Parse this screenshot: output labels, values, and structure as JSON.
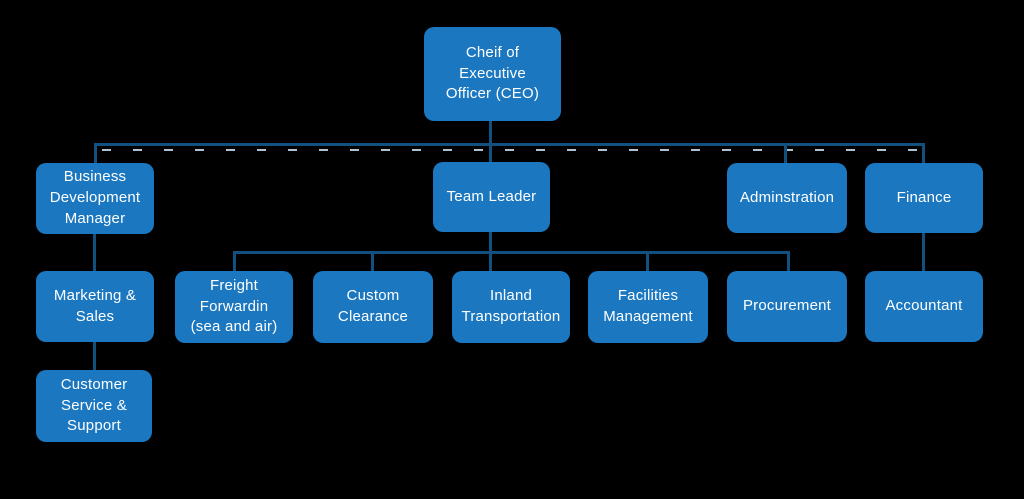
{
  "chart": {
    "type": "org-chart",
    "colors": {
      "background": "#000000",
      "node_fill": "#1a77c0",
      "node_shadow": "#0d4a7a",
      "connector": "#12507f",
      "connector_dash": "#c4d8e6",
      "text": "#ffffff"
    }
  },
  "nodes": {
    "ceo": {
      "label": "Cheif of\nExecutive\nOfficer (CEO)"
    },
    "business_development_manager": {
      "label": "Business\nDevelopment\nManager"
    },
    "team_leader": {
      "label": "Team Leader"
    },
    "administration": {
      "label": "Adminstration"
    },
    "finance": {
      "label": "Finance"
    },
    "marketing_sales": {
      "label": "Marketing &\nSales"
    },
    "customer_service": {
      "label": "Customer\nService &\nSupport"
    },
    "freight_forwarding": {
      "label": "Freight\nForwardin\n(sea and air)"
    },
    "custom_clearance": {
      "label": "Custom\nClearance"
    },
    "inland_transportation": {
      "label": "Inland\nTransportation"
    },
    "facilities_management": {
      "label": "Facilities\nManagement"
    },
    "procurement": {
      "label": "Procurement"
    },
    "accountant": {
      "label": "Accountant"
    }
  },
  "edges": [
    {
      "from": "ceo",
      "to": "business_development_manager"
    },
    {
      "from": "ceo",
      "to": "team_leader"
    },
    {
      "from": "ceo",
      "to": "administration"
    },
    {
      "from": "ceo",
      "to": "finance"
    },
    {
      "from": "business_development_manager",
      "to": "marketing_sales"
    },
    {
      "from": "marketing_sales",
      "to": "customer_service"
    },
    {
      "from": "team_leader",
      "to": "freight_forwarding"
    },
    {
      "from": "team_leader",
      "to": "custom_clearance"
    },
    {
      "from": "team_leader",
      "to": "inland_transportation"
    },
    {
      "from": "team_leader",
      "to": "facilities_management"
    },
    {
      "from": "team_leader",
      "to": "procurement"
    },
    {
      "from": "finance",
      "to": "accountant"
    }
  ]
}
